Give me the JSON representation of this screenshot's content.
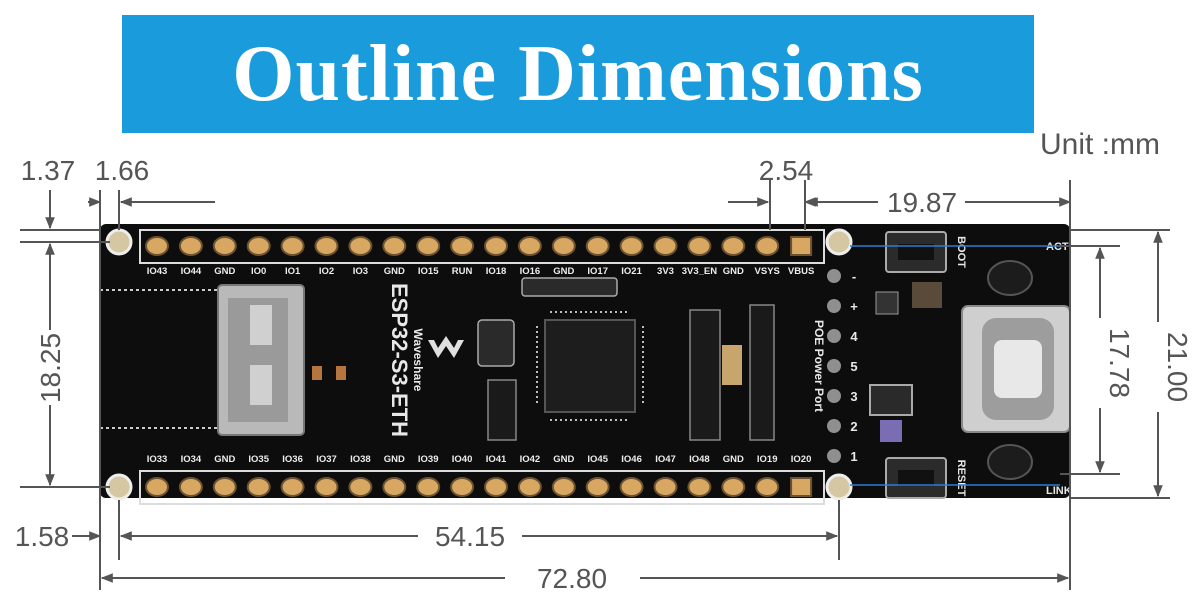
{
  "title": "Outline Dimensions",
  "unit": "Unit :mm",
  "dimensions": {
    "hole_x_offset": "1.37",
    "hole_spacing": "1.66",
    "pin_pitch": "2.54",
    "right_section": "19.87",
    "hole_y_span": "18.25",
    "header_span": "17.78",
    "board_height": "21.00",
    "bottom_hole_offset": "1.58",
    "hole_x_span": "54.15",
    "board_length": "72.80"
  },
  "board": {
    "name": "ESP32-S3-ETH",
    "brand": "Waveshare",
    "poe_label": "POE Power Port",
    "boot_label": "BOOT",
    "reset_label": "RESET",
    "act_label": "ACT",
    "link_label": "LINK",
    "top_pins": [
      "IO43",
      "IO44",
      "GND",
      "IO0",
      "IO1",
      "IO2",
      "IO3",
      "GND",
      "IO15",
      "RUN",
      "IO18",
      "IO16",
      "GND",
      "IO17",
      "IO21",
      "3V3",
      "3V3_EN",
      "GND",
      "VSYS",
      "VBUS"
    ],
    "bottom_pins": [
      "IO33",
      "IO34",
      "GND",
      "IO35",
      "IO36",
      "IO37",
      "IO38",
      "GND",
      "IO39",
      "IO40",
      "IO41",
      "IO42",
      "GND",
      "IO45",
      "IO46",
      "IO47",
      "IO48",
      "GND",
      "IO19",
      "IO20"
    ],
    "poe_pins": [
      "-",
      "+",
      "4",
      "5",
      "3",
      "2",
      "1"
    ]
  },
  "colors": {
    "banner": "#1a9bdb",
    "board": "#0d0d0d",
    "pad": "#d8a863",
    "dimension_line": "#555555"
  }
}
